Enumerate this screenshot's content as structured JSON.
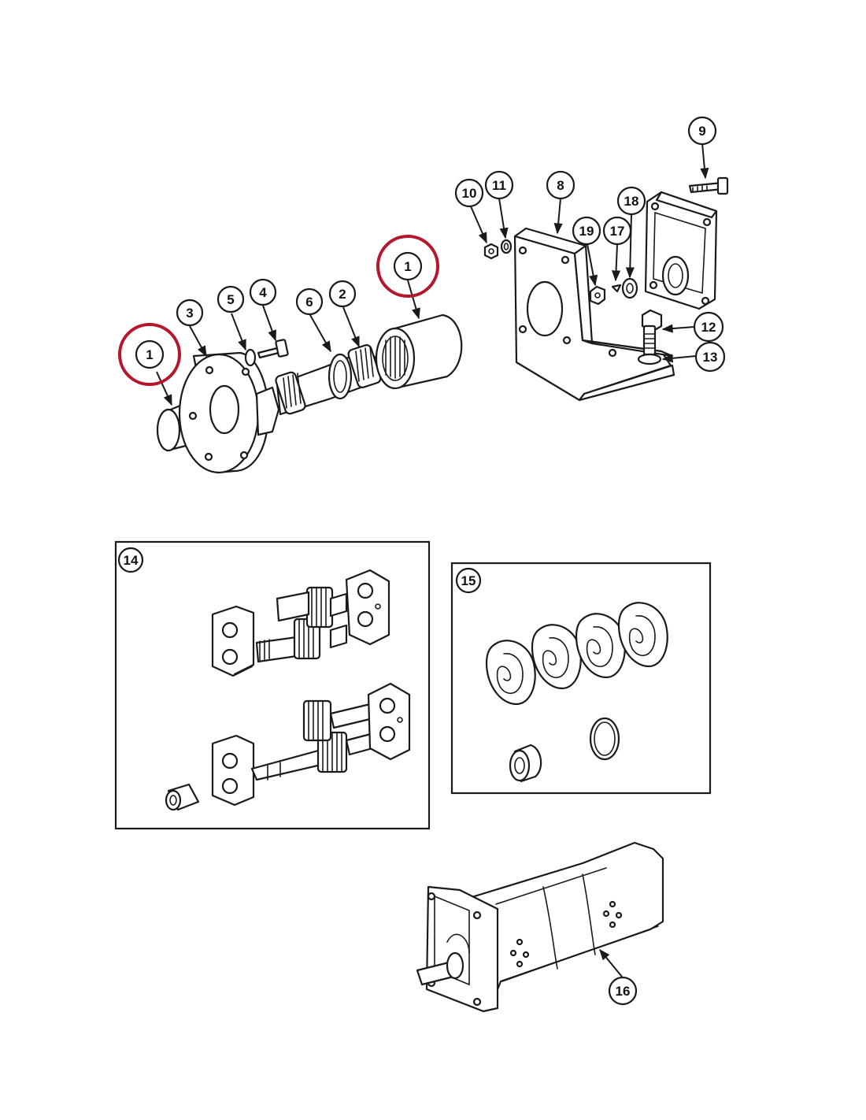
{
  "colors": {
    "line": "#1a1a1a",
    "highlight": "#b5162b",
    "background": "#ffffff"
  },
  "callouts": {
    "c1_left": "1",
    "c1_right": "1",
    "c2": "2",
    "c3": "3",
    "c4": "4",
    "c5": "5",
    "c6": "6",
    "c8": "8",
    "c9": "9",
    "c10": "10",
    "c11": "11",
    "c12": "12",
    "c13": "13",
    "c14": "14",
    "c15": "15",
    "c16": "16",
    "c17": "17",
    "c18": "18",
    "c19": "19"
  },
  "highlighted_callouts": [
    "1"
  ]
}
